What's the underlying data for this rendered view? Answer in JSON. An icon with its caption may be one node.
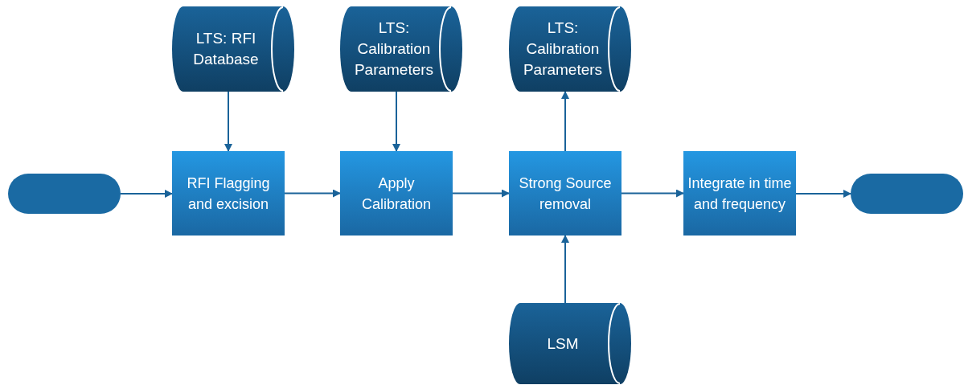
{
  "diagram": {
    "nodes": [
      {
        "text": [
          "LTS: RFI Database"
        ]
      },
      {
        "text": [
          "LTS: Calibration Parameters"
        ]
      },
      {
        "text": [
          "LTS: Calibration Parameters"
        ]
      },
      {
        "text": [],
        "shape": "box"
      },
      {
        "text": [
          "RFI Flagging and excision"
        ]
      },
      {
        "text": [
          "Apply Calibration"
        ]
      },
      {
        "text": [
          "Strong Source removal"
        ]
      },
      {
        "text": [
          "Integrate in time and frequency"
        ]
      },
      {
        "text": [],
        "shape": "box"
      },
      {
        "text": [
          "LSM"
        ]
      }
    ],
    "edges": [
      {
        "from": 3,
        "to": 4,
        "arrow": "to"
      },
      {
        "from": 4,
        "to": 5,
        "arrow": "to"
      },
      {
        "from": 5,
        "to": 6,
        "arrow": "to"
      },
      {
        "from": 6,
        "to": 7,
        "arrow": "to"
      },
      {
        "from": 7,
        "to": 8,
        "arrow": "to"
      },
      {
        "from": 0,
        "to": 4,
        "arrow": "to"
      },
      {
        "from": 1,
        "to": 5,
        "arrow": "to"
      },
      {
        "from": 6,
        "to": 2,
        "arrow": "to"
      },
      {
        "from": 9,
        "to": 6,
        "arrow": "to"
      }
    ]
  }
}
